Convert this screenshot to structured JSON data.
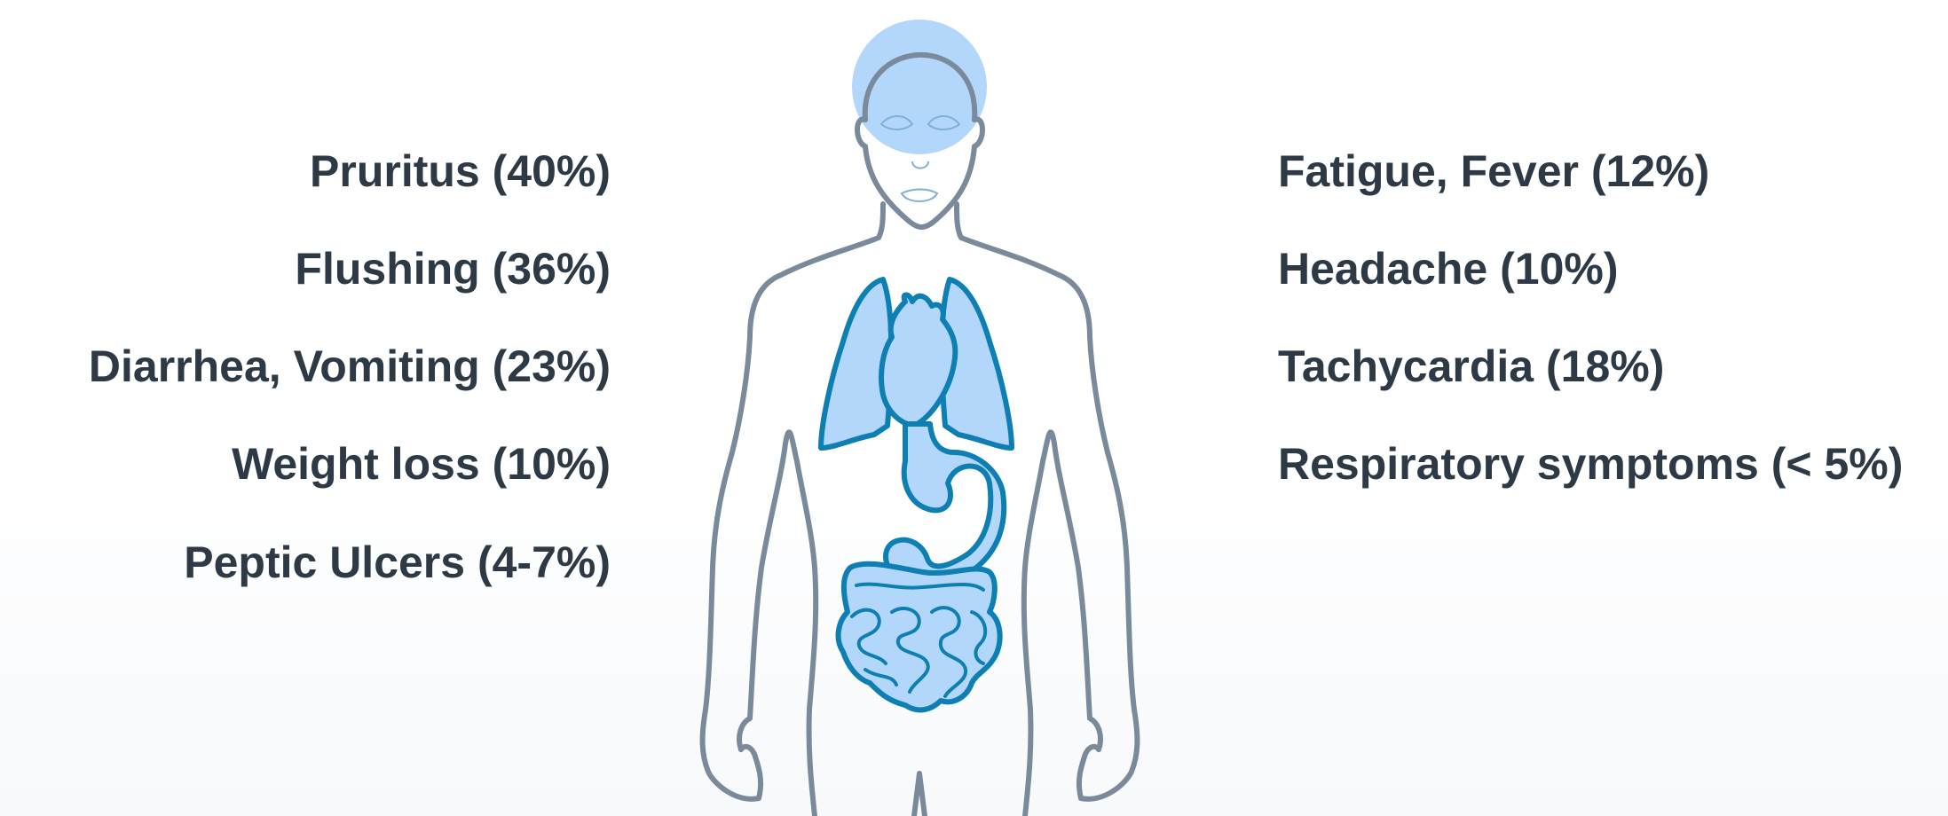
{
  "colors": {
    "text": "#2d3a45",
    "body_outline": "#7b8a9a",
    "organ_fill": "#b3d6fb",
    "organ_outline": "#0e7fb3",
    "head_highlight": "#b3d6fb"
  },
  "left_symptoms": [
    {
      "label": "Pruritus (40%)"
    },
    {
      "label": "Flushing (36%)"
    },
    {
      "label": "Diarrhea, Vomiting (23%)"
    },
    {
      "label": "Weight loss (10%)"
    },
    {
      "label": "Peptic Ulcers (4-7%)"
    }
  ],
  "right_symptoms": [
    {
      "label": "Fatigue, Fever (12%)"
    },
    {
      "label": "Headache (10%)"
    },
    {
      "label": "Tachycardia (18%)"
    },
    {
      "label": "Respiratory symptoms (< 5%)"
    }
  ],
  "figure": {
    "icons": [
      "human-body-outline-icon",
      "head-icon",
      "lungs-icon",
      "heart-icon",
      "stomach-icon",
      "intestines-icon"
    ]
  }
}
